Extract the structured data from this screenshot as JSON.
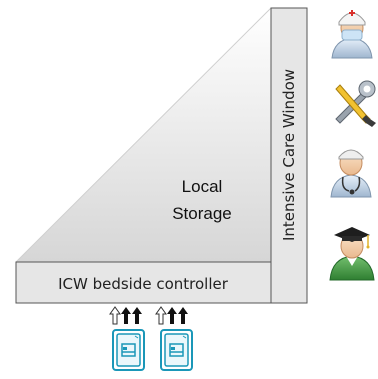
{
  "diagram": {
    "local_storage_line1": "Local",
    "local_storage_line2": "Storage",
    "icw_window_label": "Intensive Care Window",
    "bedside_controller_label": "ICW bedside controller"
  },
  "icons": {
    "roles": [
      "nurse-icon",
      "tools-icon",
      "doctor-icon",
      "graduate-icon"
    ],
    "devices": [
      "bed-monitor-icon",
      "bed-monitor-icon"
    ]
  },
  "colors": {
    "panel_fill": "#e6e6e6",
    "panel_stroke": "#555555",
    "triangle_top": "#ffffff",
    "triangle_bottom": "#d9d9d9",
    "device_teal": "#1a97b8",
    "arrow_black": "#111111",
    "text": "#222222"
  }
}
